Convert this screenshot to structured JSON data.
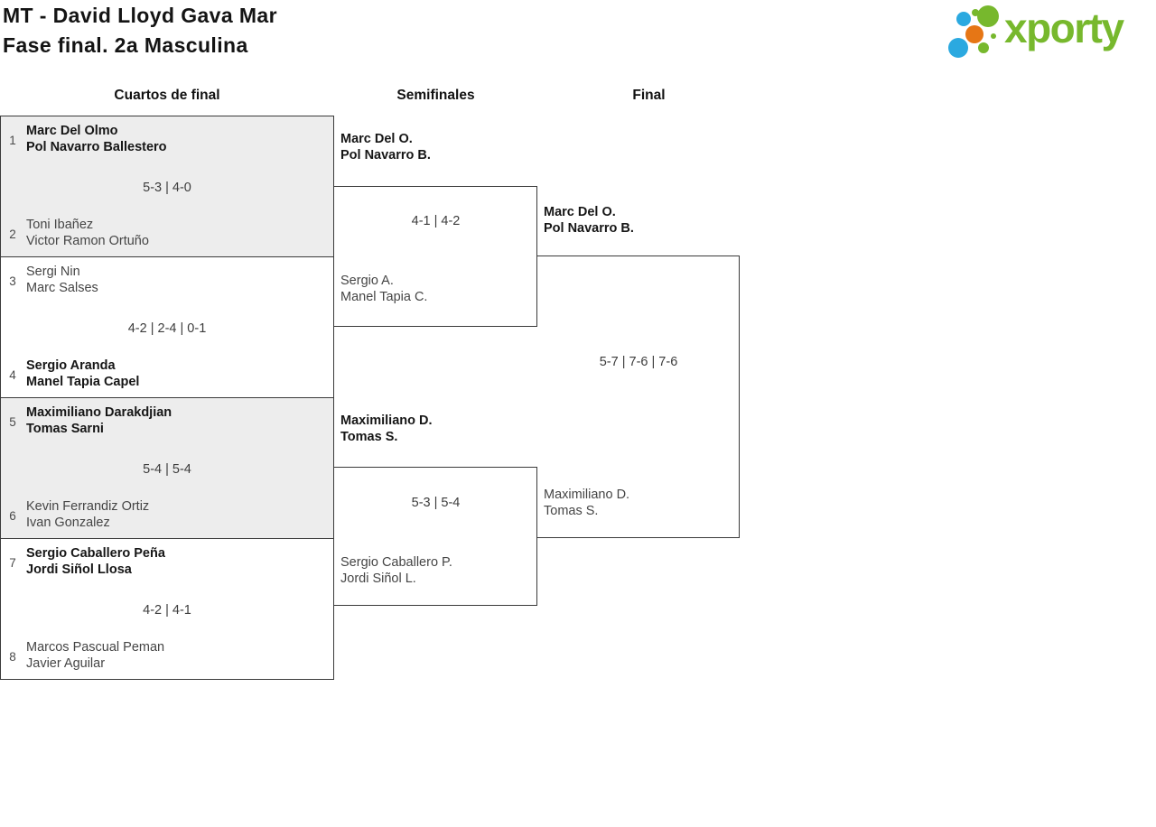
{
  "page": {
    "title_line1": "MT - David Lloyd Gava Mar",
    "title_line2": "Fase final. 2a Masculina"
  },
  "logo": {
    "text": "xporty",
    "colors": {
      "green": "#77b82d",
      "blue": "#2ba9e0",
      "orange": "#e67615"
    }
  },
  "round_headers": [
    "Cuartos de final",
    "Semifinales",
    "Final"
  ],
  "quarterfinals": [
    {
      "seed_top": "1",
      "team_top": [
        "Marc Del Olmo",
        "Pol Navarro Ballestero"
      ],
      "score": "5-3 | 4-0",
      "seed_bottom": "2",
      "team_bottom": [
        "Toni Ibañez",
        "Victor Ramon Ortuño"
      ],
      "winner": "top"
    },
    {
      "seed_top": "3",
      "team_top": [
        "Sergi Nin",
        "Marc Salses"
      ],
      "score": "4-2 | 2-4 | 0-1",
      "seed_bottom": "4",
      "team_bottom": [
        "Sergio Aranda",
        "Manel Tapia Capel"
      ],
      "winner": "bottom"
    },
    {
      "seed_top": "5",
      "team_top": [
        "Maximiliano Darakdjian",
        "Tomas Sarni"
      ],
      "score": "5-4 | 5-4",
      "seed_bottom": "6",
      "team_bottom": [
        "Kevin Ferrandiz Ortiz",
        "Ivan Gonzalez"
      ],
      "winner": "top"
    },
    {
      "seed_top": "7",
      "team_top": [
        "Sergio Caballero Peña",
        "Jordi Siñol Llosa"
      ],
      "score": "4-2 | 4-1",
      "seed_bottom": "8",
      "team_bottom": [
        "Marcos Pascual Peman",
        "Javier Aguilar"
      ],
      "winner": "top"
    }
  ],
  "semifinals": [
    {
      "team_top": [
        "Marc Del O.",
        "Pol Navarro B."
      ],
      "score": "4-1 | 4-2",
      "team_bottom": [
        "Sergio A.",
        "Manel Tapia C."
      ],
      "winner": "top"
    },
    {
      "team_top": [
        "Maximiliano D.",
        "Tomas S."
      ],
      "score": "5-3 | 5-4",
      "team_bottom": [
        "Sergio Caballero P.",
        "Jordi Siñol L."
      ],
      "winner": "top"
    }
  ],
  "final": {
    "team_top": [
      "Marc Del O.",
      "Pol Navarro B."
    ],
    "score": "5-7 | 7-6 | 7-6",
    "team_bottom": [
      "Maximiliano D.",
      "Tomas S."
    ],
    "winner": "top"
  }
}
